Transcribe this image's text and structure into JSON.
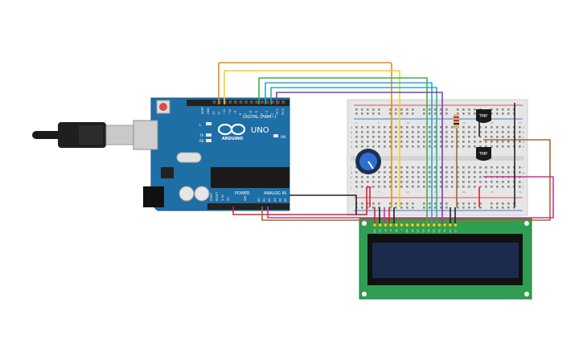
{
  "board": {
    "brand": "ARDUINO",
    "model": "UNO",
    "digital_label": "DIGITAL (PWM~)",
    "power_label": "POWER",
    "analog_label": "ANALOG IN",
    "on_label": "ON",
    "tx_label": "TX",
    "rx_label": "RX",
    "l_label": "L",
    "aref_label": "AREF",
    "gnd_label": "GND",
    "ioref_label": "IOREF",
    "reset_label": "RESET",
    "v33_label": "3.3V",
    "v5_label": "5V",
    "vin_label": "VIN",
    "analog_pins": [
      "A0",
      "A1",
      "A2",
      "A3",
      "A4",
      "A5"
    ],
    "digital_pins": [
      "13",
      "12",
      "~11",
      "~10",
      "~9",
      "8",
      "7",
      "~6",
      "~5",
      "4",
      "~3",
      "2",
      "TX 1",
      "RX 0"
    ]
  },
  "sensors": {
    "top_label": "TMP",
    "bottom_label": "TMP"
  },
  "breadboard": {
    "row_letters": [
      "a",
      "b",
      "c",
      "d",
      "e",
      "f",
      "g",
      "h",
      "i",
      "j"
    ],
    "col_numbers": [
      "1",
      "5",
      "10",
      "15",
      "20",
      "25",
      "30"
    ]
  },
  "lcd": {
    "pin_labels": [
      "GND",
      "VCC",
      "V0",
      "RS",
      "RW",
      "E",
      "DB0",
      "DB1",
      "DB2",
      "DB3",
      "DB4",
      "DB5",
      "DB6",
      "DB7",
      "LED",
      "LED"
    ]
  },
  "colors": {
    "board": "#1e6fa5",
    "breadboard": "#e6e6e6",
    "lcd_pcb": "#2f9e52",
    "lcd_screen": "#1c2a4d",
    "wire_orange": "#e8891f",
    "wire_yellow": "#f2d21b",
    "wire_green": "#3bb44a",
    "wire_blue": "#2fa3d9",
    "wire_teal": "#2bb0a6",
    "wire_purple": "#7a3fb0",
    "wire_red": "#d8232a",
    "wire_black": "#222222",
    "wire_brown": "#a0682d",
    "wire_magenta": "#cc3399"
  }
}
